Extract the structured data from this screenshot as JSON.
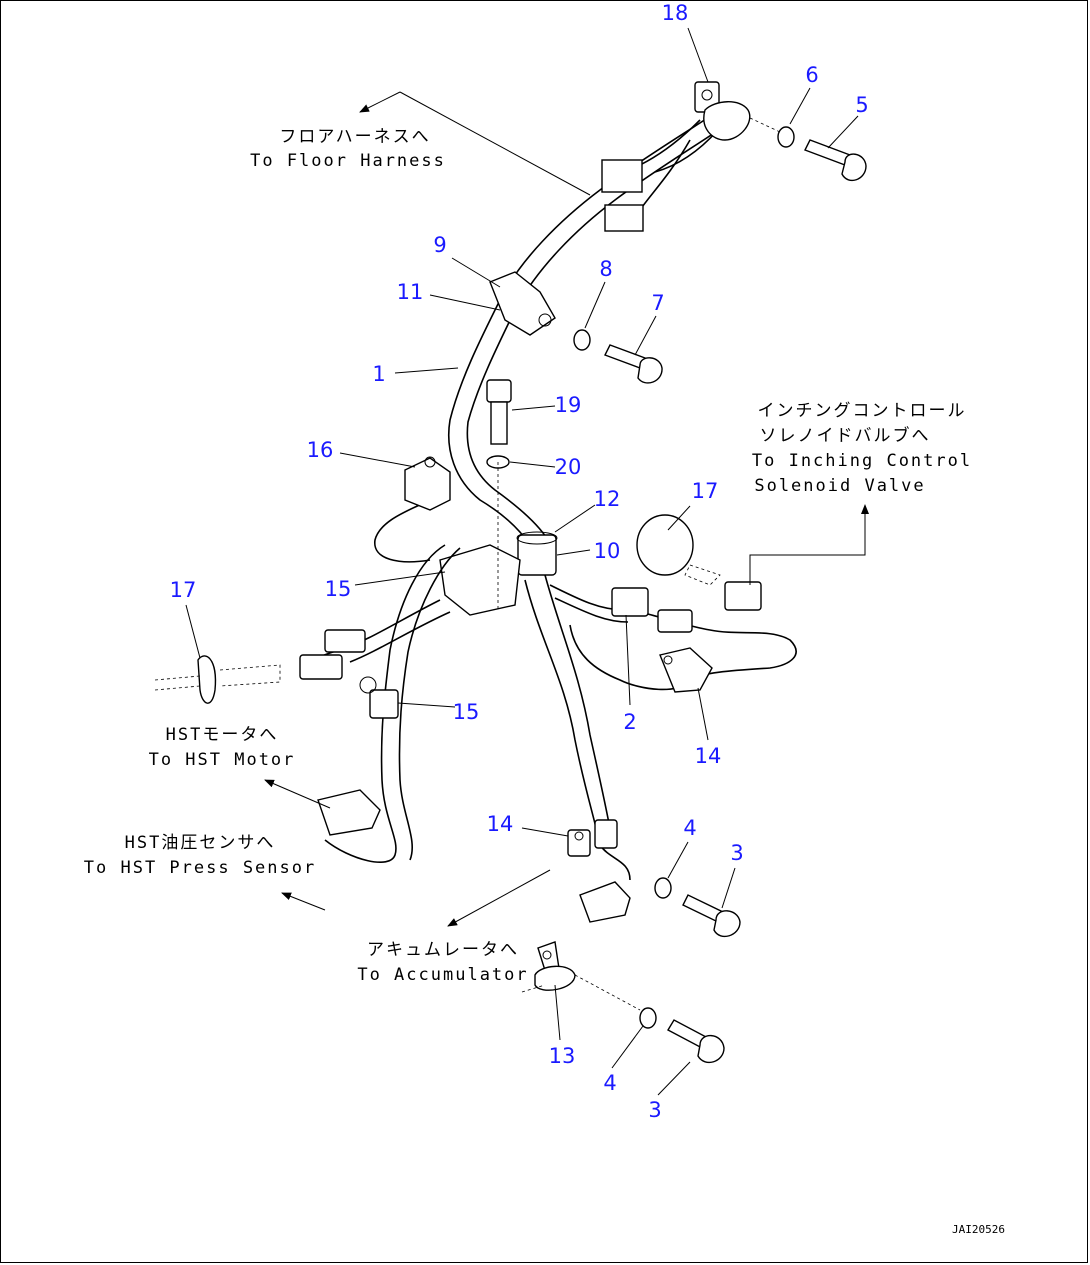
{
  "callouts": {
    "c1": "1",
    "c2": "2",
    "c3a": "3",
    "c3b": "3",
    "c4a": "4",
    "c4b": "4",
    "c5": "5",
    "c6": "6",
    "c7": "7",
    "c8": "8",
    "c9": "9",
    "c10": "10",
    "c11": "11",
    "c12": "12",
    "c13": "13",
    "c14a": "14",
    "c14b": "14",
    "c15a": "15",
    "c15b": "15",
    "c16": "16",
    "c17a": "17",
    "c17b": "17",
    "c18": "18",
    "c19": "19",
    "c20": "20"
  },
  "destinations": {
    "floor_harness_jp": "フロアハーネスへ",
    "floor_harness_en": "To Floor Harness",
    "inching_jp_1": "インチングコントロール",
    "inching_jp_2": "ソレノイドバルブへ",
    "inching_en_1": "To Inching Control",
    "inching_en_2": "Solenoid Valve",
    "hst_motor_jp": "HSTモータへ",
    "hst_motor_en": "To HST Motor",
    "hst_press_jp": "HST油圧センサへ",
    "hst_press_en": "To HST Press Sensor",
    "accumulator_jp": "アキュムレータへ",
    "accumulator_en": "To Accumulator"
  },
  "drawing_code": "JAI20526",
  "colors": {
    "callout": "#1a1aff",
    "line": "#000000"
  }
}
